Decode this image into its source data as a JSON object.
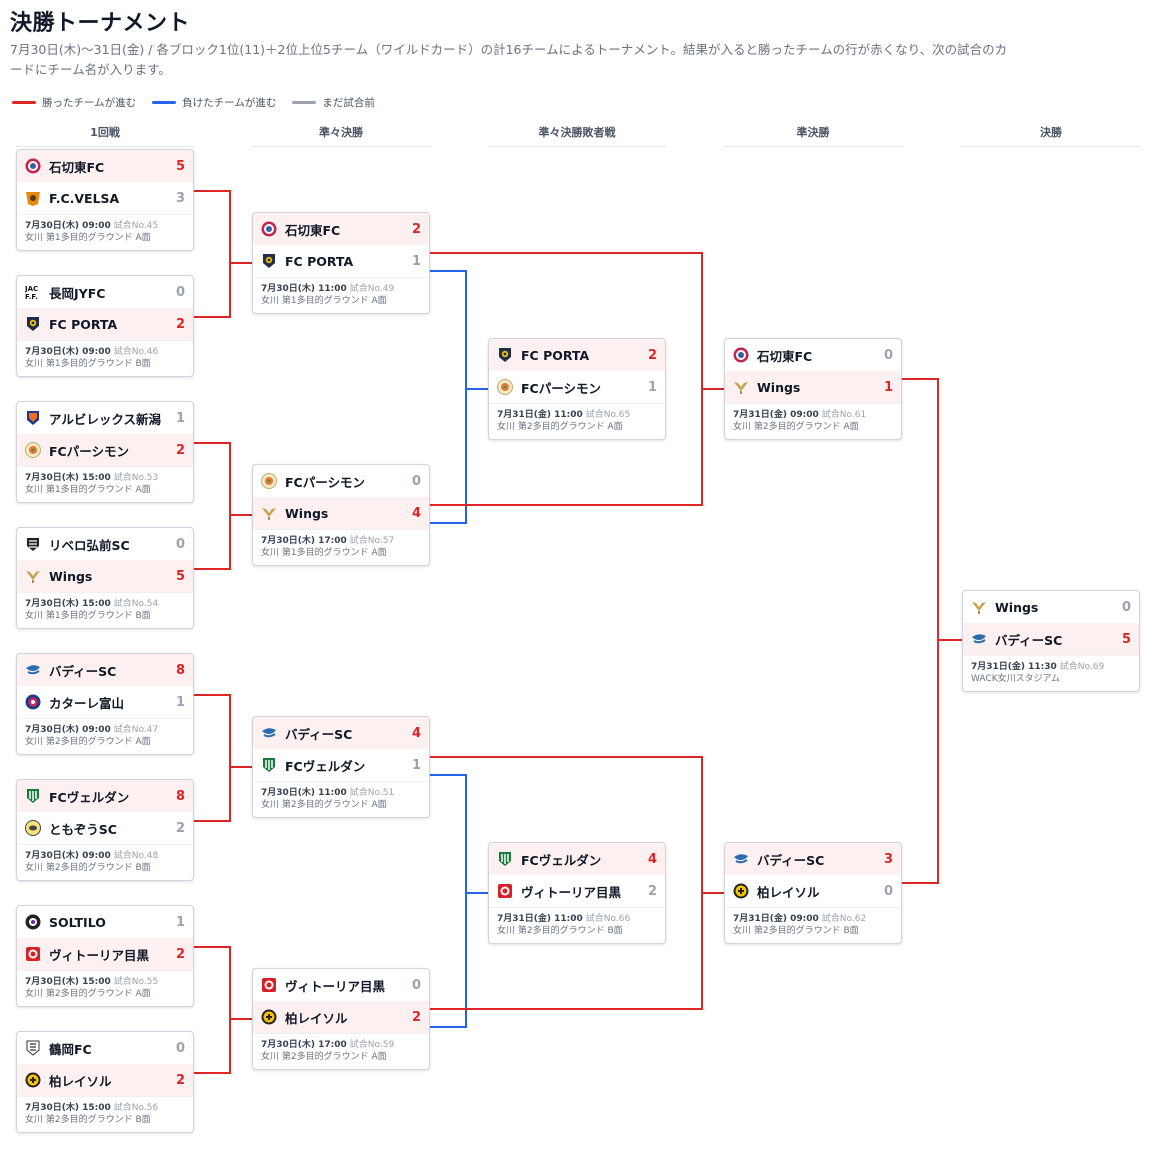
{
  "header": {
    "title": "決勝トーナメント",
    "description": "7月30日(木)〜31日(金) / 各ブロック1位(11)＋2位上位5チーム（ワイルドカード）の計16チームによるトーナメント。結果が入ると勝ったチームの行が赤くなり、次の試合のカードにチーム名が入ります。"
  },
  "legend": [
    {
      "label": "勝ったチームが進む",
      "color": "#dc2626"
    },
    {
      "label": "負けたチームが進む",
      "color": "#2563eb"
    },
    {
      "label": "まだ試合前",
      "color": "#9ca3af"
    }
  ],
  "rounds": [
    "1回戦",
    "準々決勝",
    "準々決勝敗者戦",
    "準決勝",
    "決勝"
  ],
  "matches": [
    {
      "id": "m45",
      "teams": [
        {
          "name": "石切東FC",
          "score": "5",
          "win": true,
          "logo": "ishikiri"
        },
        {
          "name": "F.C.VELSA",
          "score": "3",
          "win": false,
          "logo": "velsa"
        }
      ],
      "datetime": "7月30日(木) 09:00",
      "match_no": "試合No.45",
      "venue": "女川 第1多目的グラウンド A面"
    },
    {
      "id": "m46",
      "teams": [
        {
          "name": "長岡JYFC",
          "score": "0",
          "win": false,
          "logo": "nagaoka"
        },
        {
          "name": "FC PORTA",
          "score": "2",
          "win": true,
          "logo": "porta"
        }
      ],
      "datetime": "7月30日(木) 09:00",
      "match_no": "試合No.46",
      "venue": "女川 第1多目的グラウンド B面"
    },
    {
      "id": "m53",
      "teams": [
        {
          "name": "アルビレックス新潟",
          "score": "1",
          "win": false,
          "logo": "albirex"
        },
        {
          "name": "FCパーシモン",
          "score": "2",
          "win": true,
          "logo": "persimmon"
        }
      ],
      "datetime": "7月30日(木) 15:00",
      "match_no": "試合No.53",
      "venue": "女川 第1多目的グラウンド A面"
    },
    {
      "id": "m54",
      "teams": [
        {
          "name": "リベロ弘前SC",
          "score": "0",
          "win": false,
          "logo": "libero"
        },
        {
          "name": "Wings",
          "score": "5",
          "win": true,
          "logo": "wings"
        }
      ],
      "datetime": "7月30日(木) 15:00",
      "match_no": "試合No.54",
      "venue": "女川 第1多目的グラウンド B面"
    },
    {
      "id": "m47",
      "teams": [
        {
          "name": "バディーSC",
          "score": "8",
          "win": true,
          "logo": "buddy"
        },
        {
          "name": "カターレ富山",
          "score": "1",
          "win": false,
          "logo": "kataller"
        }
      ],
      "datetime": "7月30日(木) 09:00",
      "match_no": "試合No.47",
      "venue": "女川 第2多目的グラウンド A面"
    },
    {
      "id": "m48",
      "teams": [
        {
          "name": "FCヴェルダン",
          "score": "8",
          "win": true,
          "logo": "verdun"
        },
        {
          "name": "ともぞうSC",
          "score": "2",
          "win": false,
          "logo": "tomozo"
        }
      ],
      "datetime": "7月30日(木) 09:00",
      "match_no": "試合No.48",
      "venue": "女川 第2多目的グラウンド B面"
    },
    {
      "id": "m55",
      "teams": [
        {
          "name": "SOLTILO",
          "score": "1",
          "win": false,
          "logo": "soltilo"
        },
        {
          "name": "ヴィトーリア目黒",
          "score": "2",
          "win": true,
          "logo": "vitoria"
        }
      ],
      "datetime": "7月30日(木) 15:00",
      "match_no": "試合No.55",
      "venue": "女川 第2多目的グラウンド A面"
    },
    {
      "id": "m56",
      "teams": [
        {
          "name": "鶴岡FC",
          "score": "0",
          "win": false,
          "logo": "tsuruoka"
        },
        {
          "name": "柏レイソル",
          "score": "2",
          "win": true,
          "logo": "reysol"
        }
      ],
      "datetime": "7月30日(木) 15:00",
      "match_no": "試合No.56",
      "venue": "女川 第2多目的グラウンド B面"
    },
    {
      "id": "m49",
      "teams": [
        {
          "name": "石切東FC",
          "score": "2",
          "win": true,
          "logo": "ishikiri"
        },
        {
          "name": "FC PORTA",
          "score": "1",
          "win": false,
          "logo": "porta"
        }
      ],
      "datetime": "7月30日(木) 11:00",
      "match_no": "試合No.49",
      "venue": "女川 第1多目的グラウンド A面"
    },
    {
      "id": "m57",
      "teams": [
        {
          "name": "FCパーシモン",
          "score": "0",
          "win": false,
          "logo": "persimmon"
        },
        {
          "name": "Wings",
          "score": "4",
          "win": true,
          "logo": "wings"
        }
      ],
      "datetime": "7月30日(木) 17:00",
      "match_no": "試合No.57",
      "venue": "女川 第1多目的グラウンド A面"
    },
    {
      "id": "m51",
      "teams": [
        {
          "name": "バディーSC",
          "score": "4",
          "win": true,
          "logo": "buddy"
        },
        {
          "name": "FCヴェルダン",
          "score": "1",
          "win": false,
          "logo": "verdun"
        }
      ],
      "datetime": "7月30日(木) 11:00",
      "match_no": "試合No.51",
      "venue": "女川 第2多目的グラウンド A面"
    },
    {
      "id": "m59",
      "teams": [
        {
          "name": "ヴィトーリア目黒",
          "score": "0",
          "win": false,
          "logo": "vitoria"
        },
        {
          "name": "柏レイソル",
          "score": "2",
          "win": true,
          "logo": "reysol"
        }
      ],
      "datetime": "7月30日(木) 17:00",
      "match_no": "試合No.59",
      "venue": "女川 第2多目的グラウンド A面"
    },
    {
      "id": "m65",
      "teams": [
        {
          "name": "FC PORTA",
          "score": "2",
          "win": true,
          "logo": "porta"
        },
        {
          "name": "FCパーシモン",
          "score": "1",
          "win": false,
          "logo": "persimmon"
        }
      ],
      "datetime": "7月31日(金) 11:00",
      "match_no": "試合No.65",
      "venue": "女川 第2多目的グラウンド A面"
    },
    {
      "id": "m66",
      "teams": [
        {
          "name": "FCヴェルダン",
          "score": "4",
          "win": true,
          "logo": "verdun"
        },
        {
          "name": "ヴィトーリア目黒",
          "score": "2",
          "win": false,
          "logo": "vitoria"
        }
      ],
      "datetime": "7月31日(金) 11:00",
      "match_no": "試合No.66",
      "venue": "女川 第2多目的グラウンド B面"
    },
    {
      "id": "m61",
      "teams": [
        {
          "name": "石切東FC",
          "score": "0",
          "win": false,
          "logo": "ishikiri"
        },
        {
          "name": "Wings",
          "score": "1",
          "win": true,
          "logo": "wings"
        }
      ],
      "datetime": "7月31日(金) 09:00",
      "match_no": "試合No.61",
      "venue": "女川 第2多目的グラウンド A面"
    },
    {
      "id": "m62",
      "teams": [
        {
          "name": "バディーSC",
          "score": "3",
          "win": true,
          "logo": "buddy"
        },
        {
          "name": "柏レイソル",
          "score": "0",
          "win": false,
          "logo": "reysol"
        }
      ],
      "datetime": "7月31日(金) 09:00",
      "match_no": "試合No.62",
      "venue": "女川 第2多目的グラウンド B面"
    },
    {
      "id": "m69",
      "teams": [
        {
          "name": "Wings",
          "score": "0",
          "win": false,
          "logo": "wings"
        },
        {
          "name": "バディーSC",
          "score": "5",
          "win": true,
          "logo": "buddy"
        }
      ],
      "datetime": "7月31日(金) 11:30",
      "match_no": "試合No.69",
      "venue": "WACK女川スタジアム"
    }
  ]
}
